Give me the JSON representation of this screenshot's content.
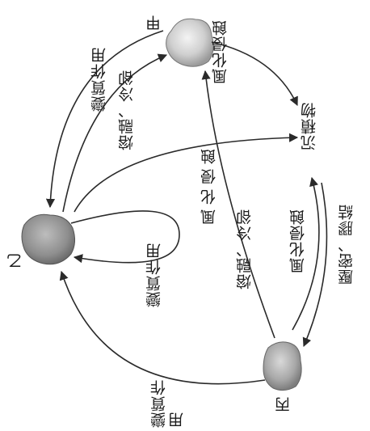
{
  "diagram": {
    "nodes": {
      "jia": {
        "label": "甲"
      },
      "yi": {
        "label": "乙"
      },
      "bing": {
        "label": "丙"
      },
      "sediment": {
        "label": "沉積物"
      }
    },
    "edges": {
      "jia_to_sediment": "風化侵蝕",
      "jia_to_yi_upper": "變質作用",
      "yi_to_jia_inner": "熔融、冷卻",
      "yi_to_sediment": "風化侵蝕",
      "yi_self_loop": "變質作用",
      "sediment_to_bing": "壓密、膠結",
      "bing_to_sediment": "風化侵蝕",
      "bing_to_jia": "熔融、冷卻",
      "bing_to_yi": "變質作用"
    }
  }
}
